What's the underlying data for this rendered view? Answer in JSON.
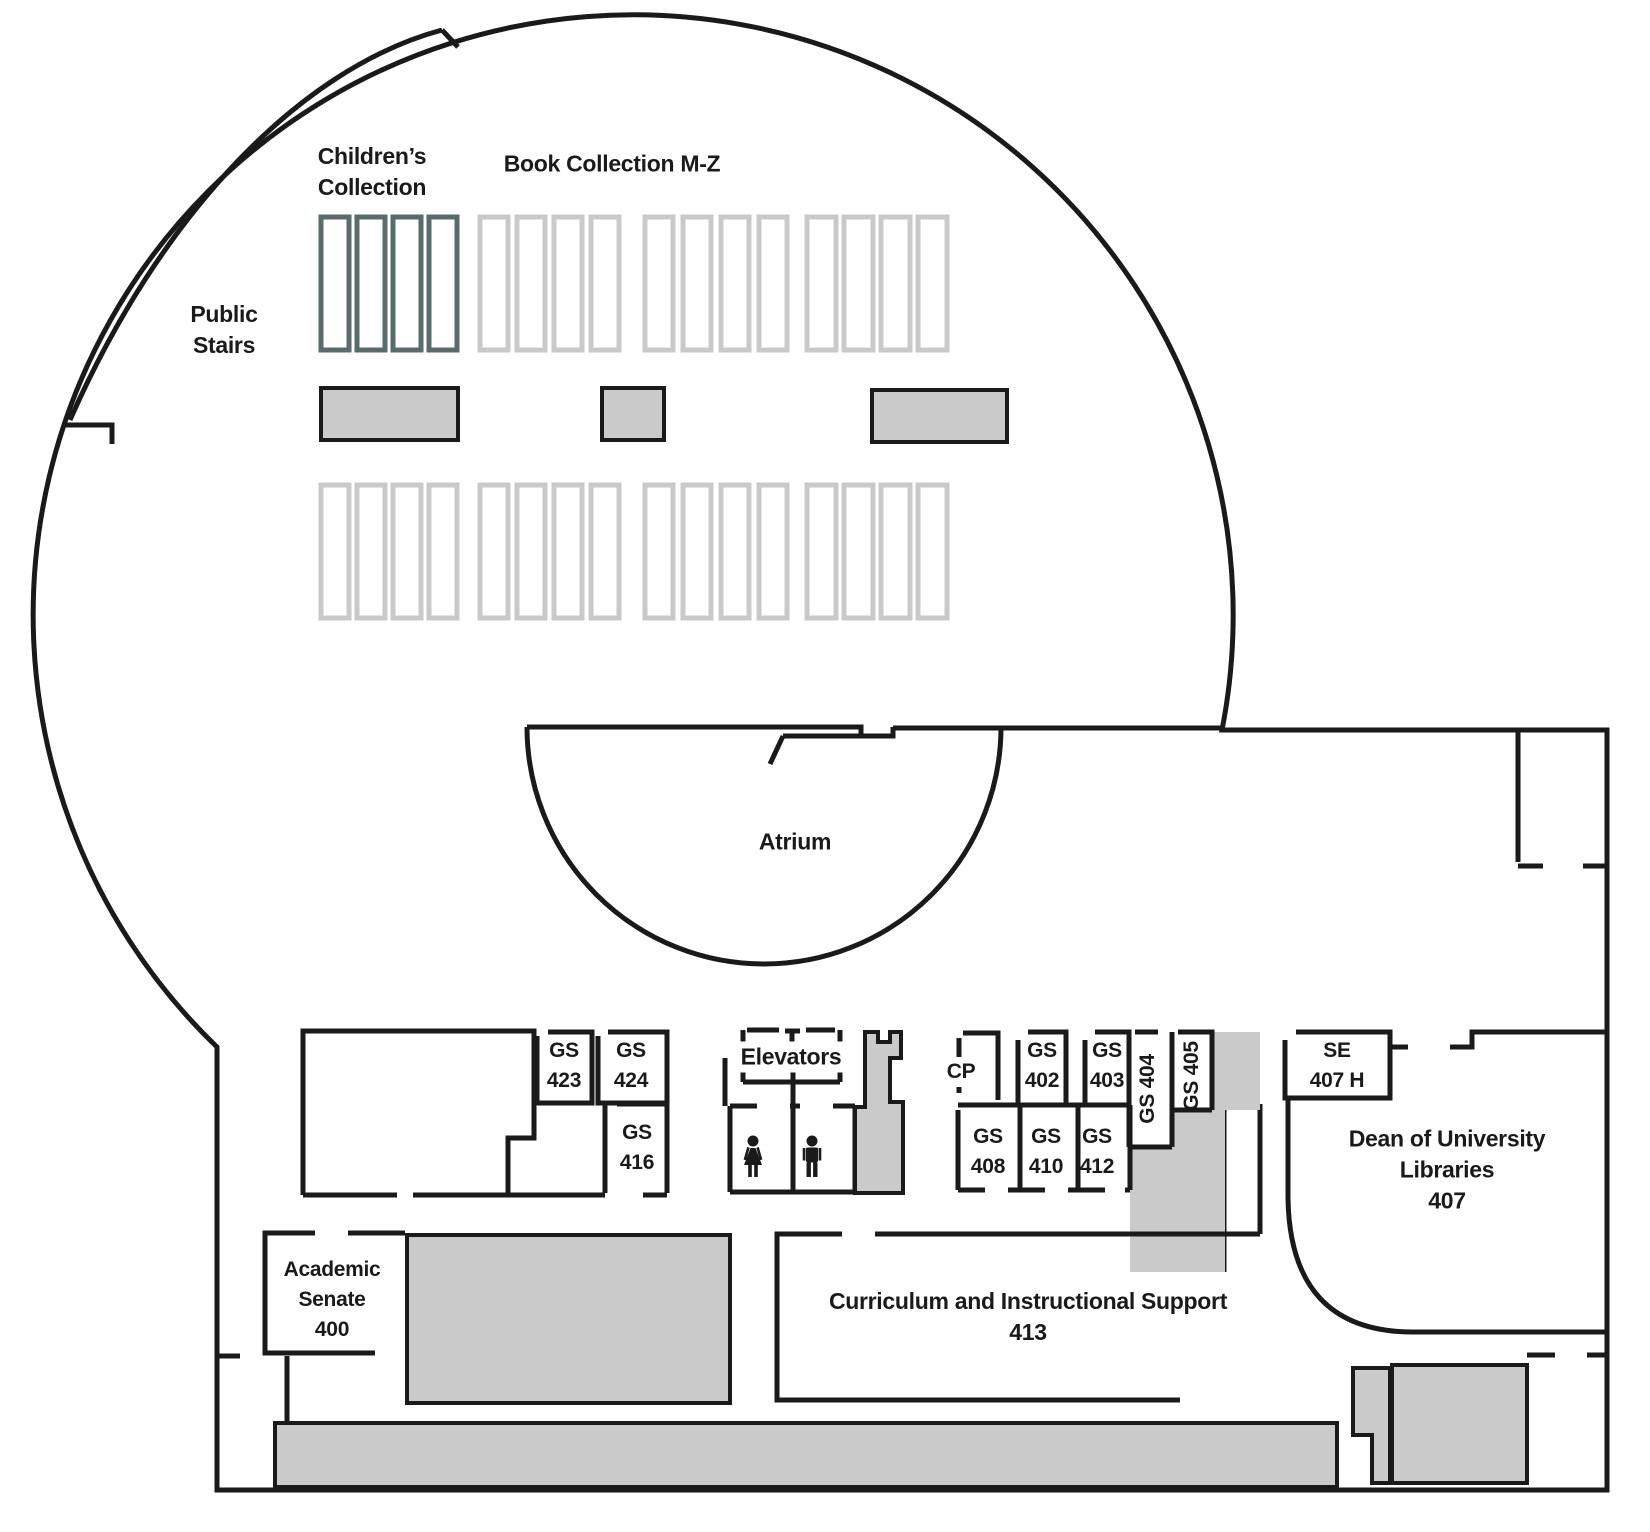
{
  "colors": {
    "wall": "#1a1a1a",
    "stack-light": "#c9c9c9",
    "stack-dark": "#5a6b6b",
    "gray": "#cacaca"
  },
  "areas": {
    "childrens_collection": "Children’s\nCollection",
    "book_collection": "Book Collection M-Z",
    "public_stairs": "Public\nStairs",
    "atrium": "Atrium",
    "elevators": "Elevators"
  },
  "rooms": {
    "gs423": "GS\n423",
    "gs424": "GS\n424",
    "gs416": "GS\n416",
    "cp": "CP",
    "gs402": "GS\n402",
    "gs403": "GS\n403",
    "gs404": "GS 404",
    "gs405": "GS 405",
    "gs408": "GS\n408",
    "gs410": "GS\n410",
    "gs412": "GS\n412",
    "se407h": "SE\n407 H",
    "dean": "Dean of University Libraries\n407",
    "academic_senate": "Academic\nSenate\n400",
    "curriculum": "Curriculum and Instructional Support\n413"
  },
  "icons": {
    "women_restroom": "woman-icon",
    "men_restroom": "man-icon"
  }
}
